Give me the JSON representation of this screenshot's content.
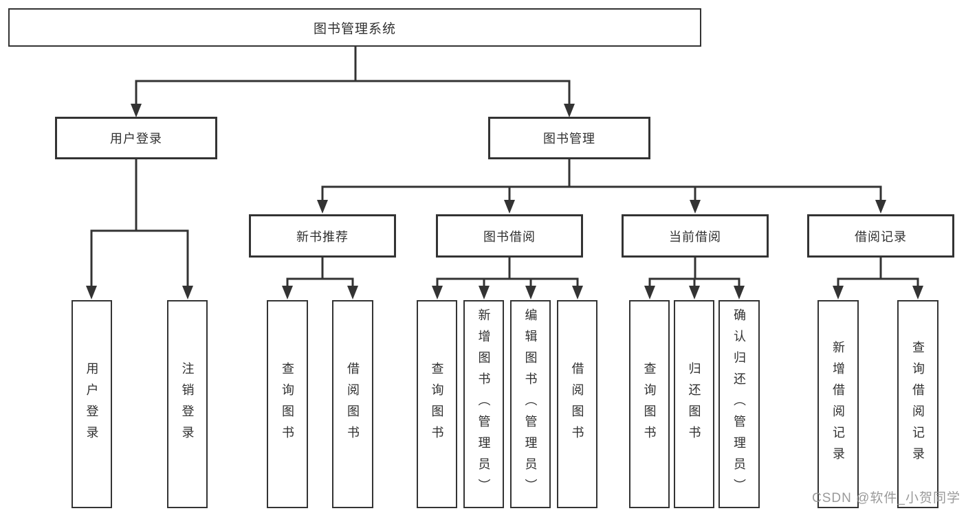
{
  "diagram": {
    "title_node": "图书管理系统",
    "tree": {
      "label": "图书管理系统",
      "children": [
        {
          "label": "用户登录",
          "children": [
            {
              "label": "用户登录"
            },
            {
              "label": "注销登录"
            }
          ]
        },
        {
          "label": "图书管理",
          "children": [
            {
              "label": "新书推荐",
              "children": [
                {
                  "label": "查询图书"
                },
                {
                  "label": "借阅图书"
                }
              ]
            },
            {
              "label": "图书借阅",
              "children": [
                {
                  "label": "查询图书"
                },
                {
                  "label": "新增图书（管理员）"
                },
                {
                  "label": "编辑图书（管理员）"
                },
                {
                  "label": "借阅图书"
                }
              ]
            },
            {
              "label": "当前借阅",
              "children": [
                {
                  "label": "查询图书"
                },
                {
                  "label": "归还图书"
                },
                {
                  "label": "确认归还（管理员）"
                }
              ]
            },
            {
              "label": "借阅记录",
              "children": [
                {
                  "label": "新增借阅记录"
                },
                {
                  "label": "查询借阅记录"
                }
              ]
            }
          ]
        }
      ]
    },
    "colors": {
      "line": "#333333",
      "box_border": "#333333",
      "text": "#303030",
      "watermark": "#919191",
      "background": "#ffffff"
    }
  },
  "watermark": {
    "text": "CSDN @软件_小贺同学"
  }
}
